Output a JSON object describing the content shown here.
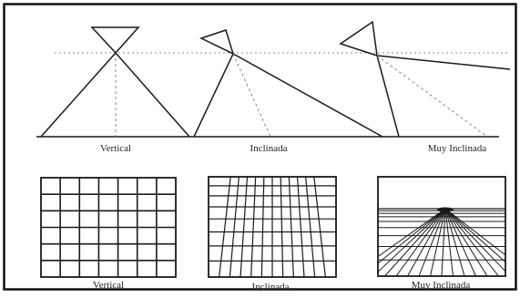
{
  "labels": {
    "top": [
      "Vertical",
      "Inclinada",
      "Muy Inclinada"
    ],
    "bottom": [
      "Vertical",
      "Inclinada",
      "Muy Inclinada"
    ]
  },
  "colors": {
    "line": "#1a1a1a",
    "dashed": "#8a8a8a",
    "border": "#111111",
    "background": "#ffffff"
  }
}
